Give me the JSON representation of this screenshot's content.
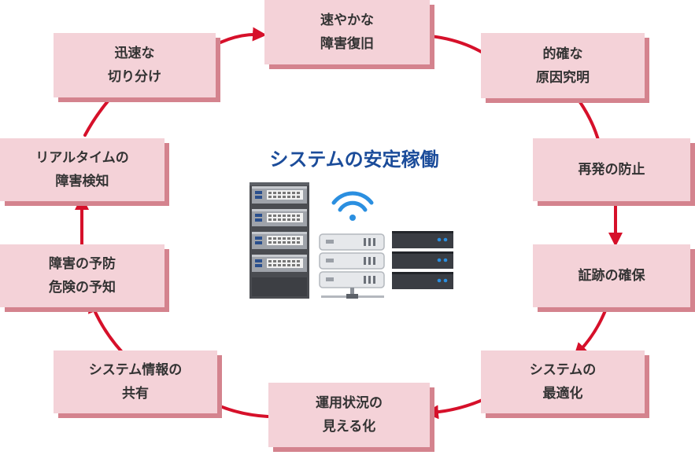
{
  "center": {
    "title": "システムの安定稼働"
  },
  "cycle": [
    {
      "id": "quick-recovery",
      "line1": "速やかな",
      "line2": "障害復旧"
    },
    {
      "id": "accurate-cause",
      "line1": "的確な",
      "line2": "原因究明"
    },
    {
      "id": "recurrence-prevention",
      "line1": "再発の防止",
      "line2": ""
    },
    {
      "id": "evidence-securing",
      "line1": "証跡の確保",
      "line2": ""
    },
    {
      "id": "system-optimization",
      "line1": "システムの",
      "line2": "最適化"
    },
    {
      "id": "status-visualization",
      "line1": "運用状況の",
      "line2": "見える化"
    },
    {
      "id": "info-sharing",
      "line1": "システム情報の",
      "line2": "共有"
    },
    {
      "id": "failure-prediction",
      "line1": "障害の予防",
      "line2": "危険の予知"
    },
    {
      "id": "realtime-detection",
      "line1": "リアルタイムの",
      "line2": "障害検知"
    },
    {
      "id": "quick-isolation",
      "line1": "迅速な",
      "line2": "切り分け"
    }
  ],
  "colors": {
    "box_fill": "#f4d2d8",
    "box_shadow": "#d4838e",
    "arrow": "#d6102a",
    "title": "#1b4c9a",
    "wifi": "#2b8fe0"
  },
  "icons": [
    "server-rack-icon",
    "wifi-icon",
    "network-server-icon",
    "dark-server-stack-icon"
  ]
}
